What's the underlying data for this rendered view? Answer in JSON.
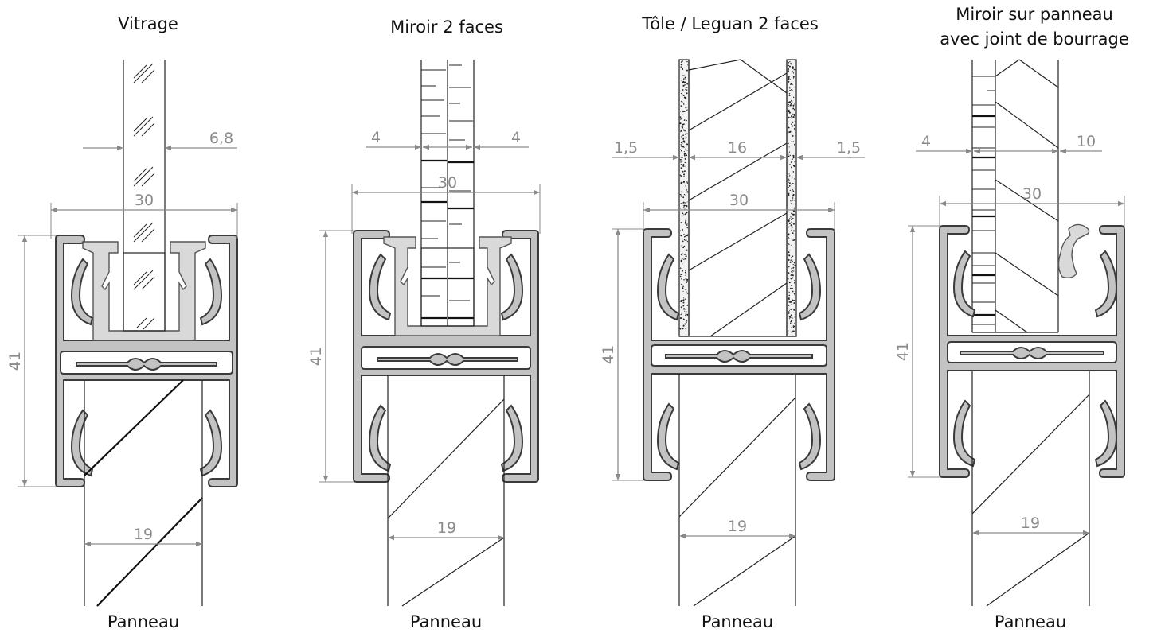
{
  "panels": [
    {
      "key": "vitrage",
      "title": [
        "Vitrage"
      ],
      "bottom_label": "Panneau",
      "dim_top_left": "",
      "dim_top_right": "6,8",
      "dim_top_mid": "",
      "dim_width": "30",
      "dim_height": "41",
      "dim_panel": "19"
    },
    {
      "key": "miroir-2-faces",
      "title": [
        "Miroir 2 faces"
      ],
      "bottom_label": "Panneau",
      "dim_top_left": "4",
      "dim_top_right": "4",
      "dim_top_mid": "",
      "dim_width": "30",
      "dim_height": "41",
      "dim_panel": "19"
    },
    {
      "key": "tole-leguan",
      "title": [
        "Tôle / Leguan 2 faces"
      ],
      "bottom_label": "Panneau",
      "dim_top_left": "1,5",
      "dim_top_right": "1,5",
      "dim_top_mid": "16",
      "dim_width": "30",
      "dim_height": "41",
      "dim_panel": "19"
    },
    {
      "key": "miroir-joint",
      "title": [
        "Miroir sur panneau",
        "avec joint de bourrage"
      ],
      "bottom_label": "Panneau",
      "dim_top_left": "4",
      "dim_top_right": "10",
      "dim_top_mid": "",
      "dim_width": "30",
      "dim_height": "41",
      "dim_panel": "19"
    }
  ],
  "colors": {
    "profile_fill": "#c3c3c3",
    "insert_fill": "#d9d9d9",
    "dimension": "#8a8a8a",
    "outline": "#3a3a3a"
  }
}
